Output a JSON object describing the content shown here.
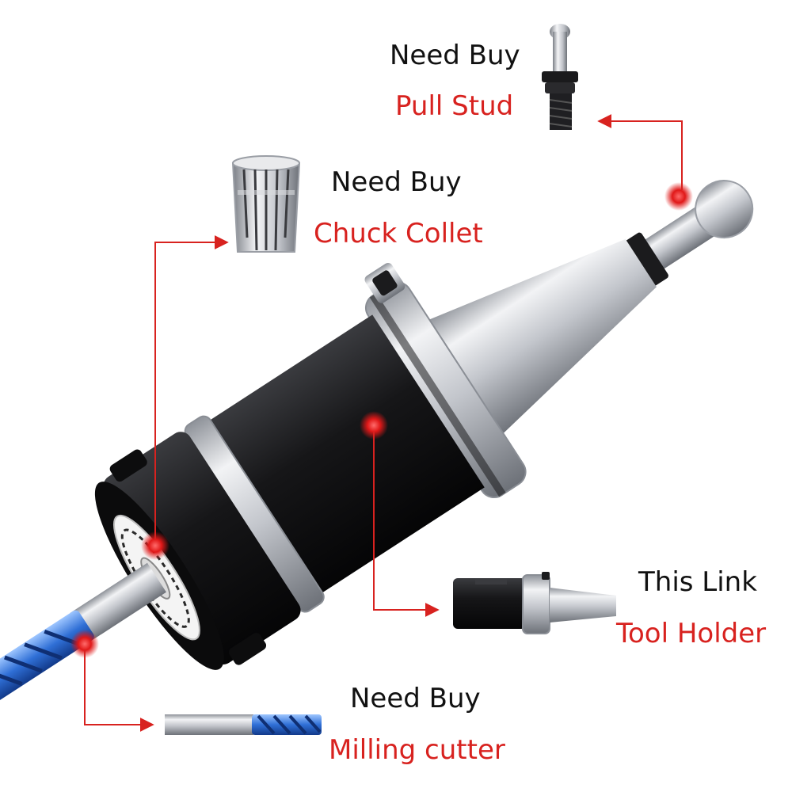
{
  "colors": {
    "accent": "#d8221f",
    "text": "#111111",
    "steel": "#c9ccd2",
    "holder_body": "#141416",
    "cutter_blue": "#2f6fd6"
  },
  "callouts": {
    "pull_stud": {
      "tag": "Need Buy",
      "name": "Pull Stud"
    },
    "chuck_collet": {
      "tag": "Need Buy",
      "name": "Chuck Collet"
    },
    "tool_holder": {
      "tag": "This Link",
      "name": "Tool Holder"
    },
    "milling_cutter": {
      "tag": "Need Buy",
      "name": "Milling cutter"
    }
  },
  "icons": {
    "pull_stud": "pull-stud-icon",
    "chuck_collet": "chuck-collet-icon",
    "tool_holder": "tool-holder-icon",
    "milling_cutter": "milling-cutter-icon"
  }
}
